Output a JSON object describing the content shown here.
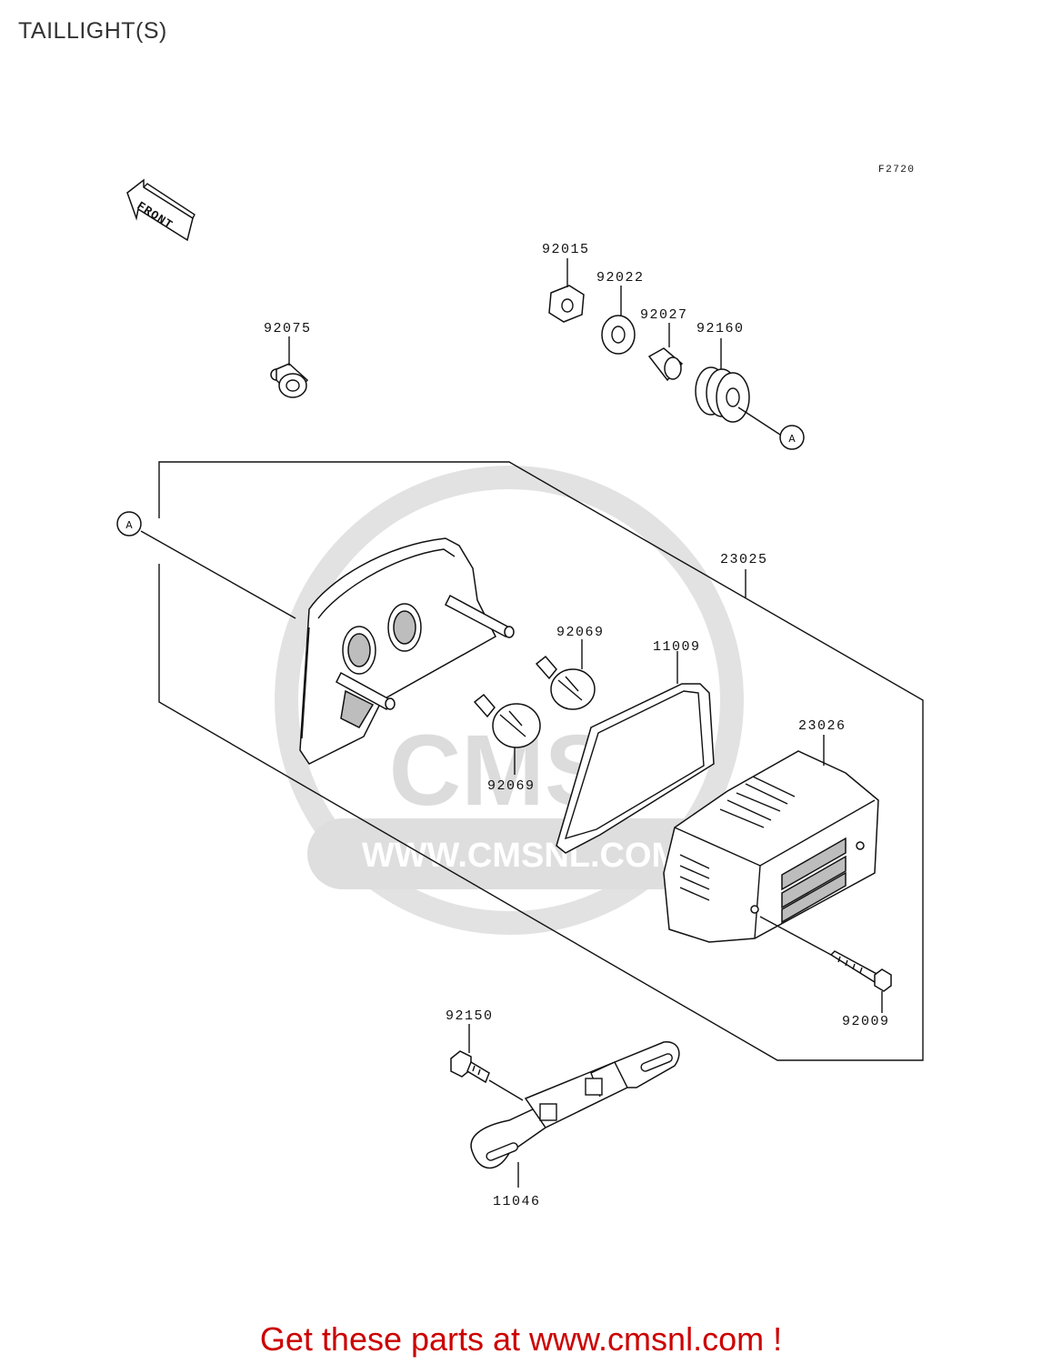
{
  "header": {
    "title": "TAILLIGHT(S)"
  },
  "diagram": {
    "figure_code": "F2720",
    "front_arrow_label": "FRONT",
    "ref_marker": "A",
    "parts": [
      {
        "number": "92015"
      },
      {
        "number": "92022"
      },
      {
        "number": "92027"
      },
      {
        "number": "92160"
      },
      {
        "number": "92075"
      },
      {
        "number": "23025"
      },
      {
        "number": "92069"
      },
      {
        "number": "11009"
      },
      {
        "number": "92069"
      },
      {
        "number": "23026"
      },
      {
        "number": "92009"
      },
      {
        "number": "92150"
      },
      {
        "number": "11046"
      }
    ]
  },
  "watermark": {
    "brand": "CMS",
    "url": "WWW.CMSNL.COM"
  },
  "footer": {
    "cta": "Get these parts at www.cmsnl.com !"
  },
  "colors": {
    "footer_text": "#cc0000",
    "line": "#111111",
    "watermark": "#d9d9d9"
  }
}
